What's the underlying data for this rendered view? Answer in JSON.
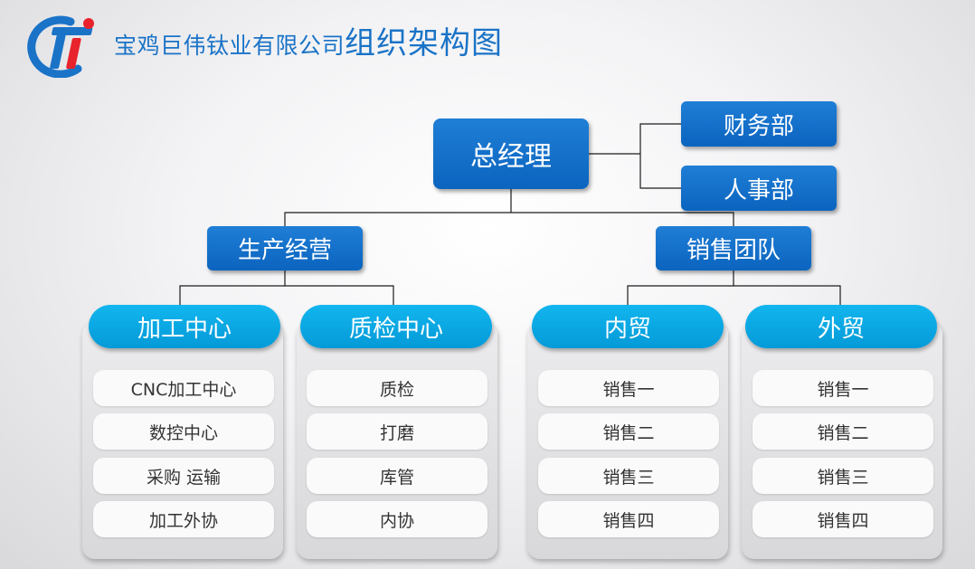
{
  "header": {
    "company": "宝鸡巨伟钛业有限公司",
    "chart_title": "组织架构图"
  },
  "org": {
    "ceo": "总经理",
    "finance": "财务部",
    "hr": "人事部",
    "production": "生产经营",
    "sales": "销售团队"
  },
  "departments": [
    {
      "name": "加工中心",
      "items": [
        "CNC加工中心",
        "数控中心",
        "采购 运输",
        "加工外协"
      ]
    },
    {
      "name": "质检中心",
      "items": [
        "质检",
        "打磨",
        "库管",
        "内协"
      ]
    },
    {
      "name": "内贸",
      "items": [
        "销售一",
        "销售二",
        "销售三",
        "销售四"
      ]
    },
    {
      "name": "外贸",
      "items": [
        "销售一",
        "销售二",
        "销售三",
        "销售四"
      ]
    }
  ],
  "colors": {
    "title_blue": "#1a73c7",
    "box_blue": "#0b64bf",
    "pill_cyan": "#049ad8",
    "logo_red": "#e8232b"
  }
}
